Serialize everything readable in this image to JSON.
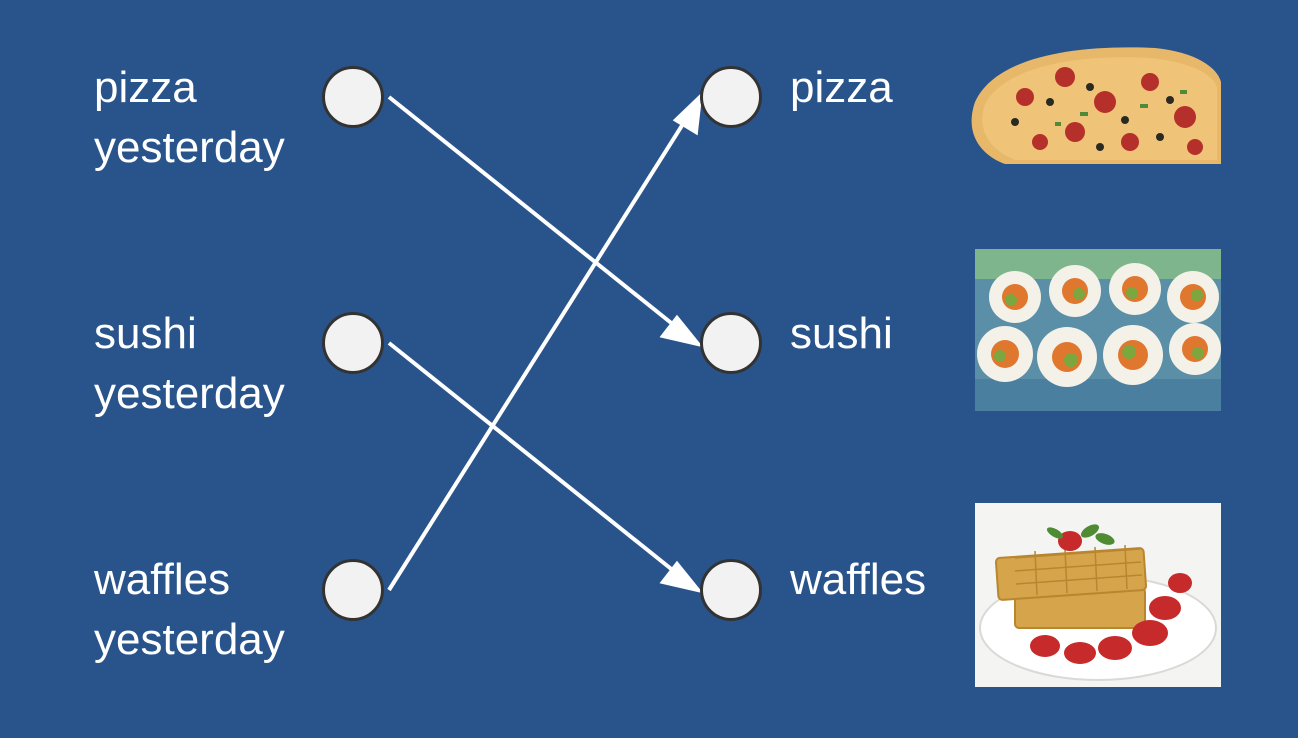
{
  "left_nodes": [
    {
      "line1": "pizza",
      "line2": "yesterday"
    },
    {
      "line1": "sushi",
      "line2": "yesterday"
    },
    {
      "line1": "waffles",
      "line2": "yesterday"
    }
  ],
  "right_nodes": [
    {
      "label": "pizza",
      "image": "pizza-photo"
    },
    {
      "label": "sushi",
      "image": "sushi-photo"
    },
    {
      "label": "waffles",
      "image": "waffles-photo"
    }
  ],
  "edges": [
    {
      "from": "pizza yesterday",
      "to": "sushi"
    },
    {
      "from": "sushi yesterday",
      "to": "waffles"
    },
    {
      "from": "waffles yesterday",
      "to": "pizza"
    }
  ],
  "colors": {
    "background": "#28548b",
    "node_fill": "#f2f2f2",
    "node_border": "#333333",
    "edge": "#ffffff",
    "text": "#ffffff"
  }
}
